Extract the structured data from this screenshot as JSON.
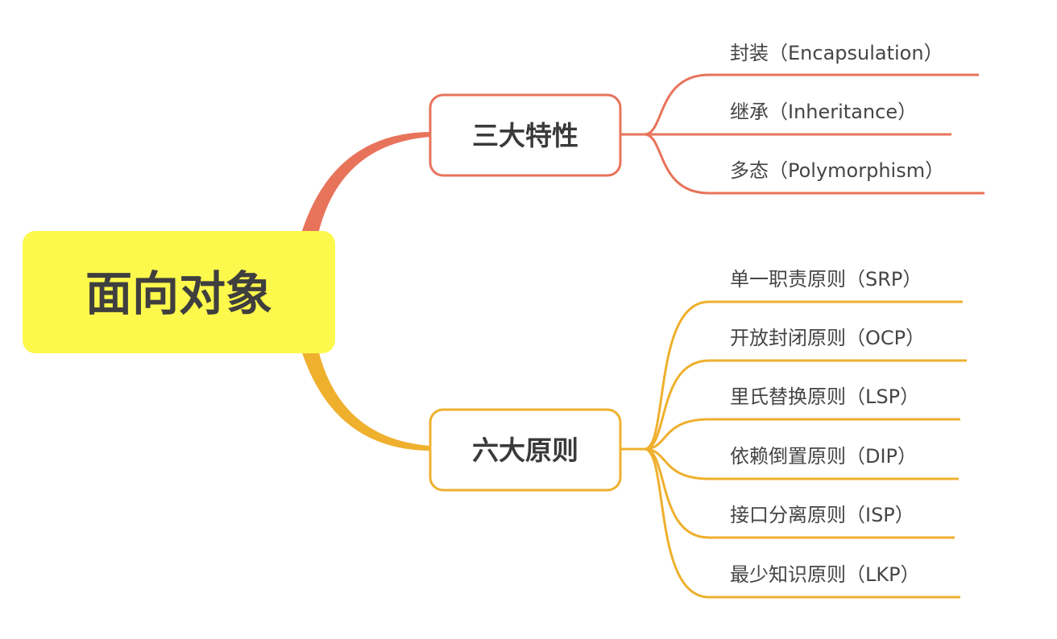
{
  "colors": {
    "root_fill": "#fdf84c",
    "branch_1": "#e8735b",
    "branch_2": "#efb02e",
    "background": "#ffffff"
  },
  "root": {
    "label": "面向对象"
  },
  "branches": [
    {
      "label": "三大特性",
      "color": "#e8735b",
      "leaves": [
        "封装（Encapsulation）",
        "继承（Inheritance）",
        "多态（Polymorphism）"
      ]
    },
    {
      "label": "六大原则",
      "color": "#efb02e",
      "leaves": [
        "单一职责原则（SRP）",
        "开放封闭原则（OCP）",
        "里氏替换原则（LSP）",
        "依赖倒置原则（DIP）",
        "接口分离原则（ISP）",
        "最少知识原则（LKP）"
      ]
    }
  ]
}
